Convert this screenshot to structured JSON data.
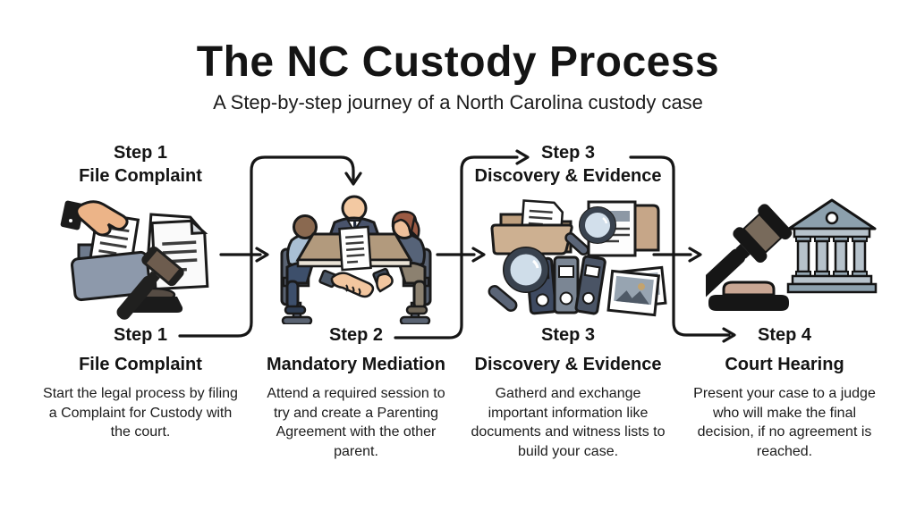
{
  "title": "The NC Custody Process",
  "subtitle": "A Step-by-step journey of a North Carolina custody case",
  "top_labels": [
    {
      "step": "Step 1",
      "name": "File Complaint"
    },
    {
      "step": "Step 3",
      "name": "Discovery & Evidence"
    }
  ],
  "steps": [
    {
      "step": "Step 1",
      "name": "File Complaint",
      "description": "Start the legal process by filing a Complaint for Custody with the court.",
      "icon": "file-complaint-icon"
    },
    {
      "step": "Step 2",
      "name": "Mandatory Mediation",
      "description": "Attend a required session to try and create a Parenting Agreement with the other parent.",
      "icon": "mediation-session-icon"
    },
    {
      "step": "Step 3",
      "name": "Discovery & Evidence",
      "description": "Gatherd and exchange important information like documents and witness lists to build your case.",
      "icon": "discovery-evidence-icon"
    },
    {
      "step": "Step 4",
      "name": "Court Hearing",
      "description": "Present your case to a judge who will make the final decision, if no agreement is reached.",
      "icon": "court-hearing-icon"
    }
  ],
  "colors": {
    "background": "#ffffff",
    "text": "#141414",
    "line": "#161616",
    "folder_gray": "#8d99ab",
    "folder_tan": "#c2a282",
    "table_brown": "#b29a7d",
    "suit_navy": "#49536b",
    "shirt_blue": "#a9bfd4",
    "skin": "#f2c69f",
    "courthouse_blue_gray": "#b6c2cb",
    "lens_blue": "#cfdde9"
  }
}
